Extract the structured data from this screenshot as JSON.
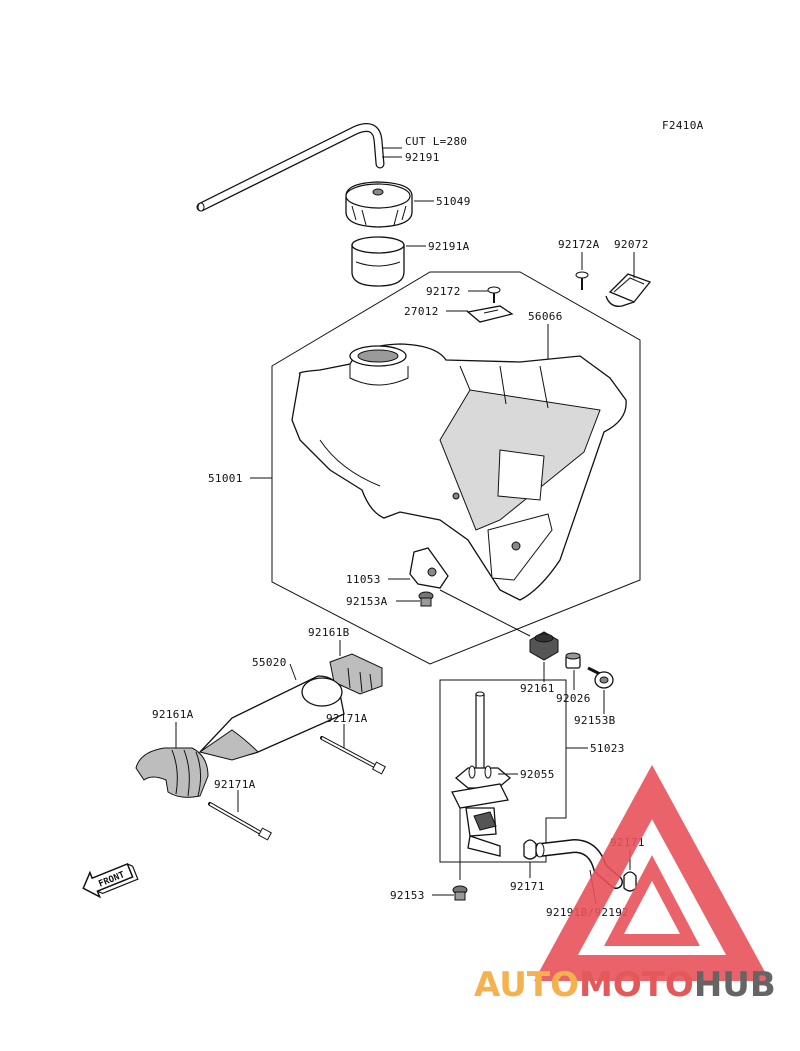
{
  "figure_code": "F2410A",
  "front_arrow_label": "FRONT",
  "parts": [
    {
      "id": "cut-length",
      "label": "CUT L=280"
    },
    {
      "id": "92191",
      "label": "92191"
    },
    {
      "id": "51049",
      "label": "51049"
    },
    {
      "id": "92191A",
      "label": "92191A"
    },
    {
      "id": "92172A",
      "label": "92172A"
    },
    {
      "id": "92072",
      "label": "92072"
    },
    {
      "id": "92172",
      "label": "92172"
    },
    {
      "id": "27012",
      "label": "27012"
    },
    {
      "id": "56066",
      "label": "56066"
    },
    {
      "id": "51001",
      "label": "51001"
    },
    {
      "id": "11053",
      "label": "11053"
    },
    {
      "id": "92153A",
      "label": "92153A"
    },
    {
      "id": "92161B",
      "label": "92161B"
    },
    {
      "id": "55020",
      "label": "55020"
    },
    {
      "id": "92171A-upper",
      "label": "92171A"
    },
    {
      "id": "92161A",
      "label": "92161A"
    },
    {
      "id": "92171A-lower",
      "label": "92171A"
    },
    {
      "id": "92161",
      "label": "92161"
    },
    {
      "id": "92026",
      "label": "92026"
    },
    {
      "id": "92153B",
      "label": "92153B"
    },
    {
      "id": "51023",
      "label": "51023"
    },
    {
      "id": "92055",
      "label": "92055"
    },
    {
      "id": "92171-right",
      "label": "92171"
    },
    {
      "id": "92171-left",
      "label": "92171"
    },
    {
      "id": "92153",
      "label": "92153"
    },
    {
      "id": "92191B-92192",
      "label": "92191B/92192"
    }
  ],
  "watermark": {
    "text_part1": "AUTO",
    "text_part2": "MOTO",
    "text_part3": "HUB",
    "colors": {
      "orange": "#f4a93b",
      "red": "#e04848",
      "gray": "#555555",
      "triangle": "#e8525a"
    }
  }
}
